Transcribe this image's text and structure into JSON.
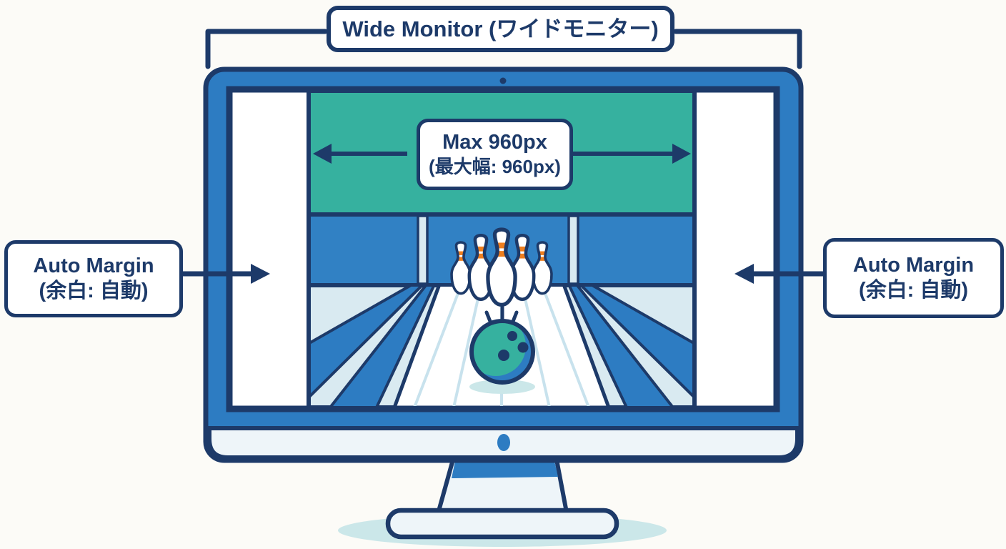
{
  "title": "Wide Monitor (ワイドモニター)",
  "labels": {
    "wide_monitor": "Wide Monitor (ワイドモニター)",
    "max_width": {
      "line1": "Max 960px",
      "line2": "(最大幅: 960px)"
    },
    "auto_margin_left": {
      "line1": "Auto Margin",
      "line2": "(余白: 自動)"
    },
    "auto_margin_right": {
      "line1": "Auto Margin",
      "line2": "(余白: 自動)"
    }
  },
  "colors": {
    "navy": "#1d3a69",
    "bezel_blue": "#2d7cc2",
    "back_wall_blue": "#3181c4",
    "teal": "#36b19f",
    "pale_blue": "#d9eaf1",
    "lane_line": "#c8e2ed",
    "orange": "#ee7e1e",
    "stand_light": "#eef5f9",
    "shadow": "#cbe7e9",
    "background": "#fcfbf7",
    "label_bg": "#ffffff"
  }
}
